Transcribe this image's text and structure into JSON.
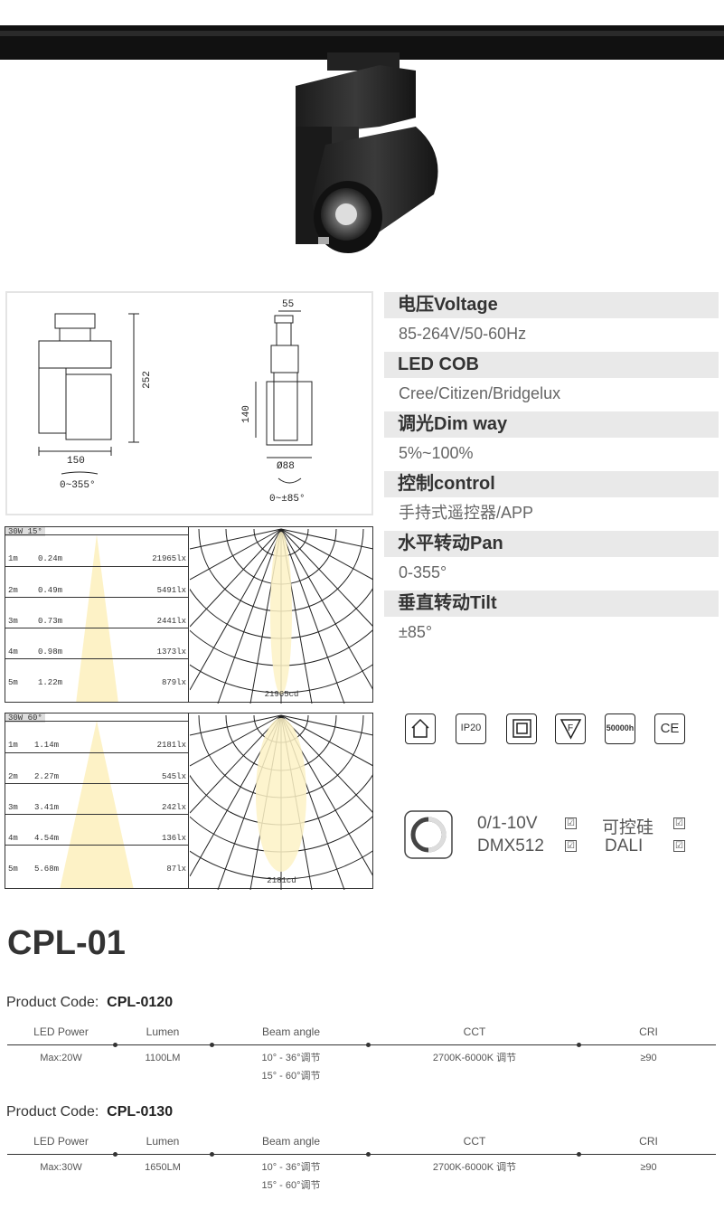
{
  "model": "CPL-01",
  "dimensions": {
    "width": "150",
    "height": "252",
    "pan": "0~355°",
    "side_width": "55",
    "side_height": "140",
    "diameter": "Ø88",
    "tilt": "0~±85°"
  },
  "specs": [
    {
      "label": "电压Voltage",
      "value": "85-264V/50-60Hz"
    },
    {
      "label": "LED COB",
      "value": "Cree/Citizen/Bridgelux"
    },
    {
      "label": "调光Dim way",
      "value": "5%~100%"
    },
    {
      "label": "控制control",
      "value": "手持式遥控器/APP"
    },
    {
      "label": "水平转动Pan",
      "value": "0-355°"
    },
    {
      "label": "垂直转动Tilt",
      "value": "±85°"
    }
  ],
  "photometric": [
    {
      "tag": "30W 15°",
      "rows": [
        {
          "d": "1m",
          "r": "0.24m",
          "lx": "21965lx"
        },
        {
          "d": "2m",
          "r": "0.49m",
          "lx": "5491lx"
        },
        {
          "d": "3m",
          "r": "0.73m",
          "lx": "2441lx"
        },
        {
          "d": "4m",
          "r": "0.98m",
          "lx": "1373lx"
        },
        {
          "d": "5m",
          "r": "1.22m",
          "lx": "879lx"
        }
      ],
      "cd": "21965cd"
    },
    {
      "tag": "30W 60°",
      "rows": [
        {
          "d": "1m",
          "r": "1.14m",
          "lx": "2181lx"
        },
        {
          "d": "2m",
          "r": "2.27m",
          "lx": "545lx"
        },
        {
          "d": "3m",
          "r": "3.41m",
          "lx": "242lx"
        },
        {
          "d": "4m",
          "r": "4.54m",
          "lx": "136lx"
        },
        {
          "d": "5m",
          "r": "5.68m",
          "lx": "87lx"
        }
      ],
      "cd": "2181cd"
    }
  ],
  "certs": [
    "indoor-use-icon",
    "IP20",
    "class-ii-icon",
    "f-mark-icon",
    "50000h",
    "CE"
  ],
  "dimming": {
    "opt1": "0/1-10V",
    "opt2": "可控硅",
    "opt3": "DMX512",
    "opt4": "DALI",
    "check": "☑"
  },
  "table_headers": [
    "LED Power",
    "Lumen",
    "Beam angle",
    "CCT",
    "CRI"
  ],
  "products": [
    {
      "label": "Product Code:",
      "code": "CPL-0120",
      "power": "Max:20W",
      "lumen": "1100LM",
      "beam1": "10° - 36°调节",
      "beam2": "15° - 60°调节",
      "cct": "2700K-6000K 调节",
      "cri": "≥90"
    },
    {
      "label": "Product Code:",
      "code": "CPL-0130",
      "power": "Max:30W",
      "lumen": "1650LM",
      "beam1": "10° - 36°调节",
      "beam2": "15° - 60°调节",
      "cct": "2700K-6000K 调节",
      "cri": "≥90"
    }
  ]
}
